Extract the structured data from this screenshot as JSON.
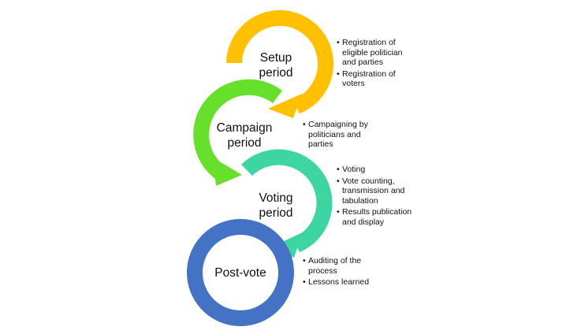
{
  "stages": [
    {
      "id": "setup",
      "label_lines": [
        "Setup",
        "period"
      ],
      "color": "#FFC000",
      "bullets": [
        "Registration of eligible politician and parties",
        "Registration of voters"
      ]
    },
    {
      "id": "campaign",
      "label_lines": [
        "Campaign",
        "period"
      ],
      "color": "#66E02A",
      "bullets": [
        "Campaigning by politicians and parties"
      ]
    },
    {
      "id": "voting",
      "label_lines": [
        "Voting",
        "period"
      ],
      "color": "#3DD6A3",
      "bullets": [
        "Voting",
        "Vote counting, transmission and tabulation",
        "Results publication and display"
      ]
    },
    {
      "id": "postvote",
      "label_lines": [
        "Post-vote"
      ],
      "color": "#4472C4",
      "bullets": [
        "Auditing of the process",
        "Lessons learned"
      ]
    }
  ]
}
